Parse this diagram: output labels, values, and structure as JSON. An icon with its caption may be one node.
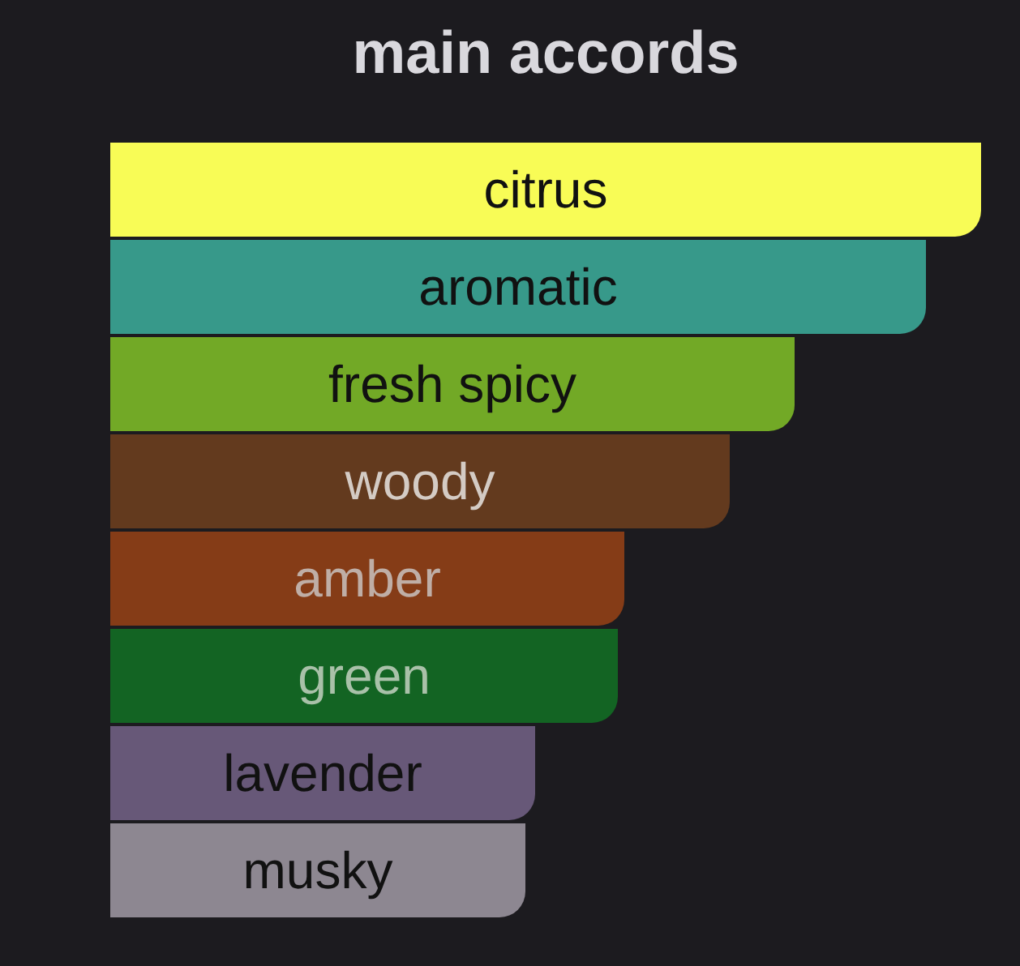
{
  "diagram": {
    "title": "main accords",
    "nodes": [
      {
        "text": [
          "citrus"
        ]
      },
      {
        "text": [
          "aromatic"
        ]
      },
      {
        "text": [
          "fresh spicy"
        ]
      },
      {
        "text": [
          "woody"
        ]
      },
      {
        "text": [
          "amber"
        ]
      },
      {
        "text": [
          "green"
        ]
      },
      {
        "text": [
          "lavender"
        ]
      },
      {
        "text": [
          "musky"
        ]
      }
    ]
  }
}
